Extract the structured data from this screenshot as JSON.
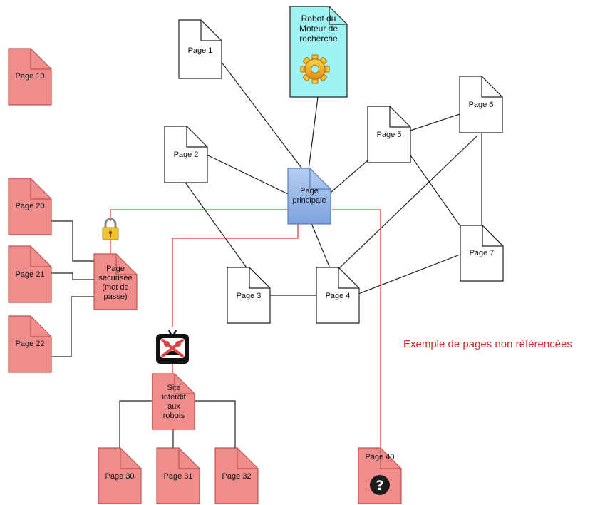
{
  "colors": {
    "normal_fill": "#ffffff",
    "normal_stroke": "#222222",
    "protected_fill": "#ef8d8d",
    "protected_stroke": "#c75050",
    "main_fill": "#8fb2e6",
    "main_stroke": "#5a7fc0",
    "robot_fill": "#9ff3f3",
    "link_normal": "#222222",
    "link_blocked": "#e04545",
    "caption": "#d42a2a"
  },
  "nodes": {
    "page1": "Page 1",
    "page2": "Page 2",
    "page3": "Page 3",
    "page4": "Page 4",
    "page5": "Page 5",
    "page6": "Page 6",
    "page7": "Page 7",
    "page10": "Page 10",
    "page20": "Page 20",
    "page21": "Page 21",
    "page22": "Page 22",
    "page30": "Page 30",
    "page31": "Page 31",
    "page32": "Page 32",
    "page40": "Page 40",
    "main": "Page\nprincipale",
    "robot": "Robot du\nMoteur de\nrecherche",
    "secure": "Page\nsécurisée\n(mot de\npasse)",
    "forbidden": "Site\ninterdit\naux\nrobots"
  },
  "icons": {
    "robot": "gear-icon",
    "secure": "padlock-icon",
    "forbidden": "blocked-robot-icon",
    "page40": "question-mark-icon"
  },
  "caption": "Exemple de pages non référencées"
}
